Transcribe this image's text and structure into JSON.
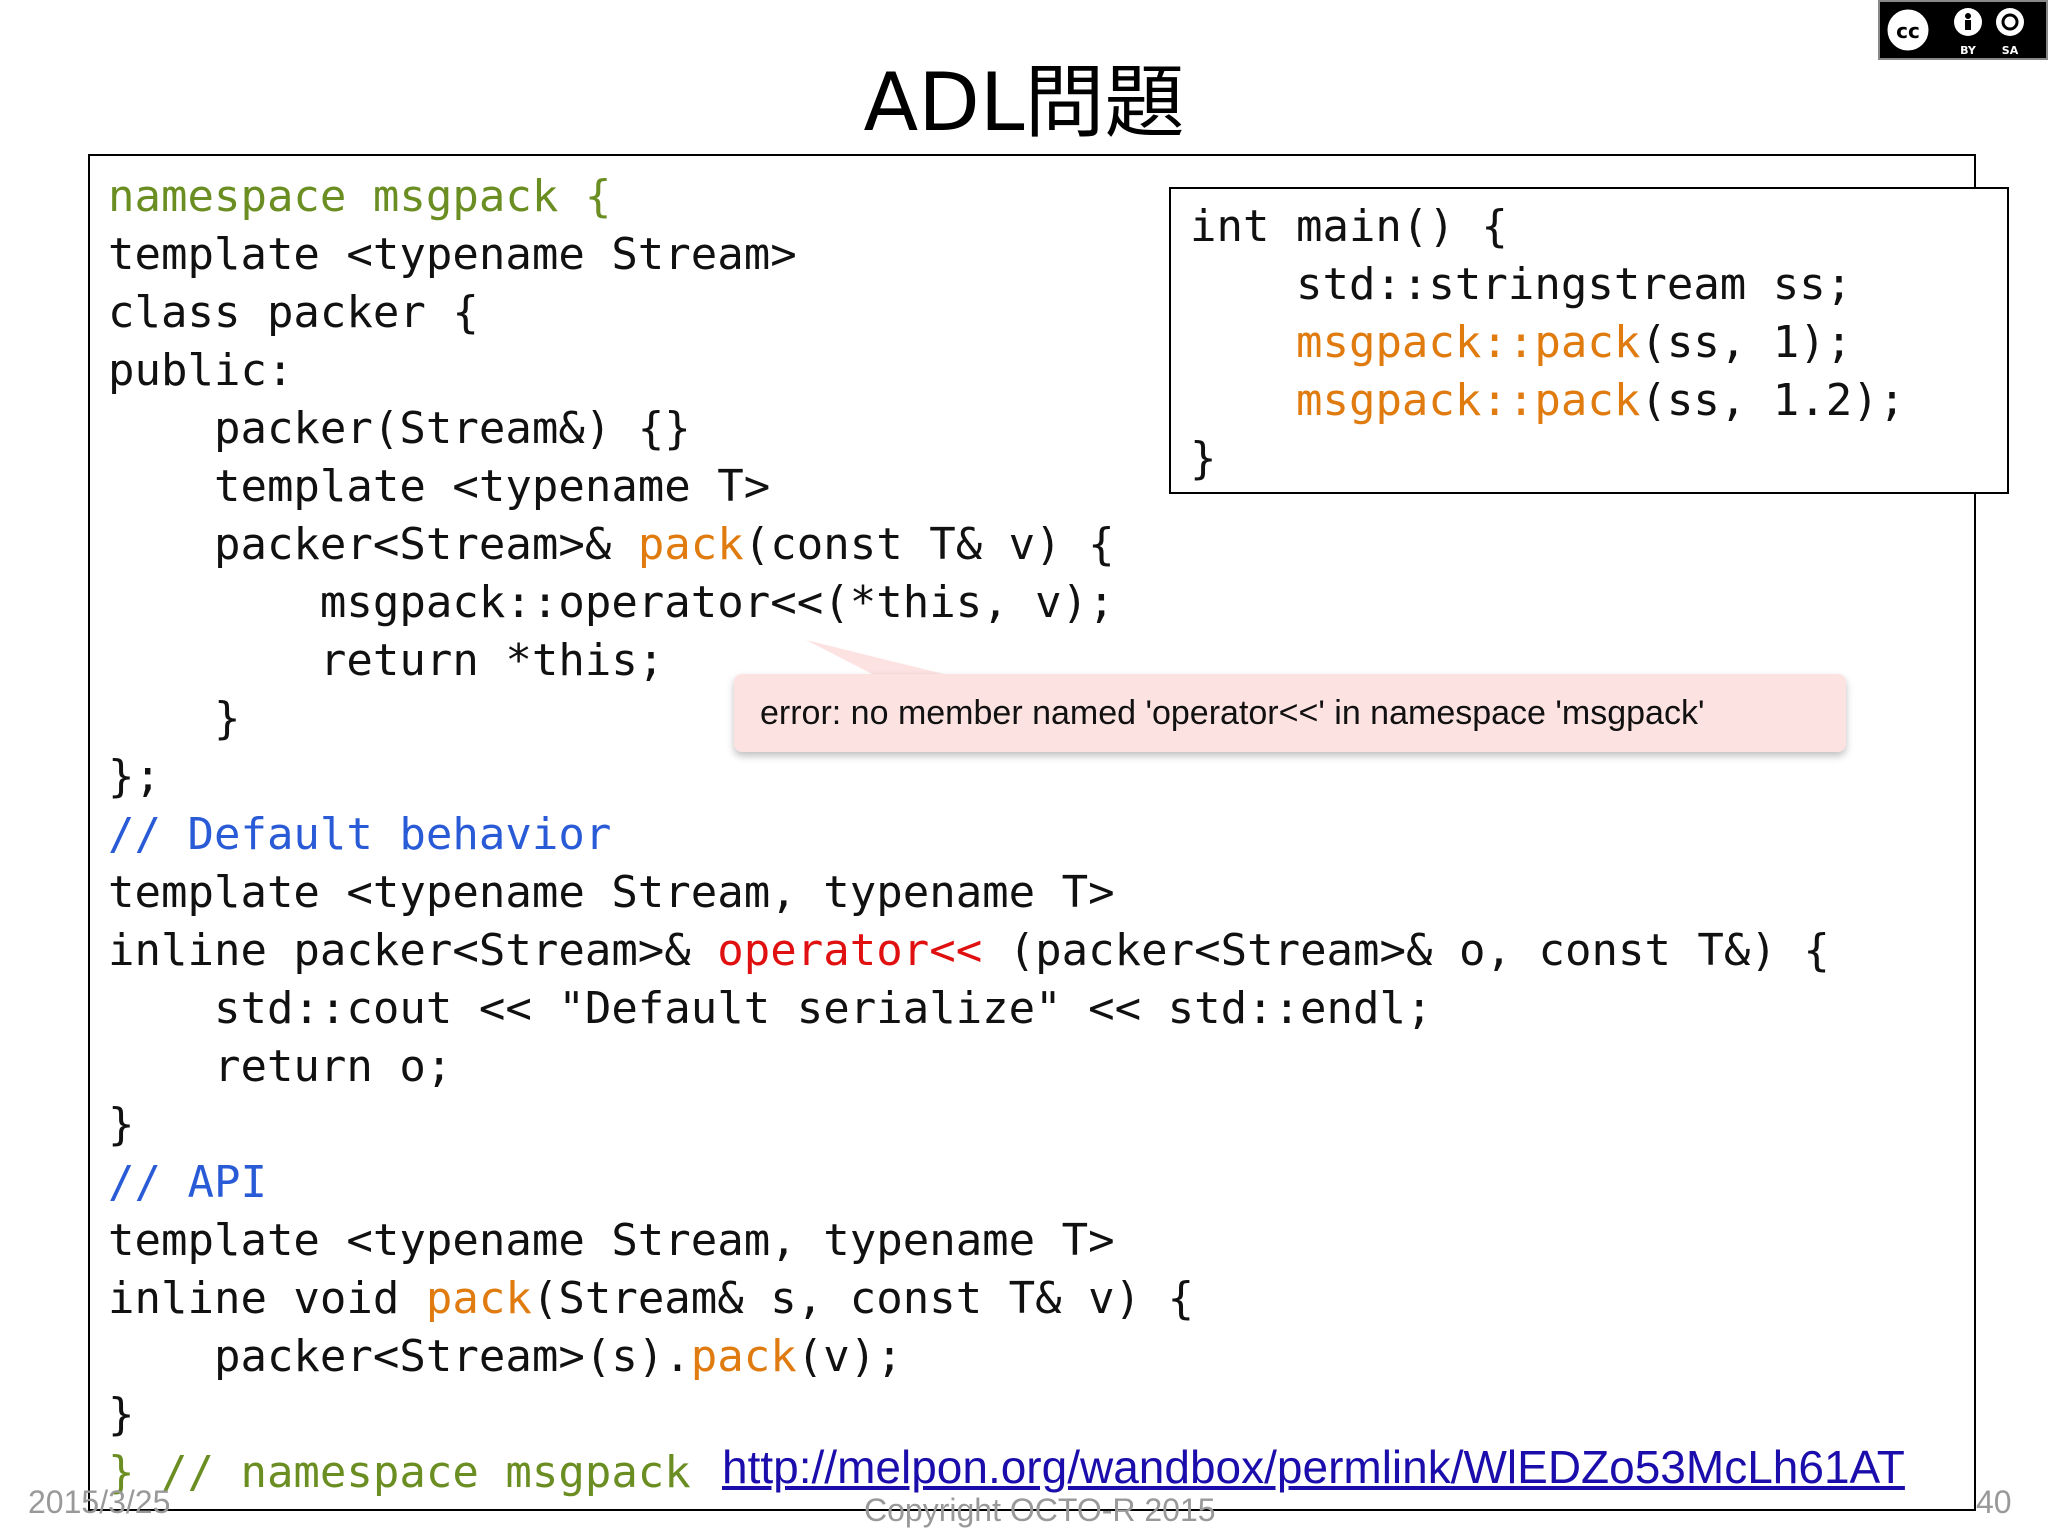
{
  "slide": {
    "title": "ADL問題",
    "license_badge": "CC BY SA",
    "page_number": "40",
    "date": "2015/3/25",
    "copyright": "Copyright OCTO-R 2015"
  },
  "code_lines": [
    [
      {
        "t": "namespace msgpack {",
        "c": "ns"
      }
    ],
    [
      {
        "t": "template <typename Stream>",
        "c": ""
      }
    ],
    [
      {
        "t": "class packer {",
        "c": ""
      }
    ],
    [
      {
        "t": "public:",
        "c": ""
      }
    ],
    [
      {
        "t": "    packer(Stream&) {}",
        "c": ""
      }
    ],
    [
      {
        "t": "    template <typename T>",
        "c": ""
      }
    ],
    [
      {
        "t": "    packer<Stream>& ",
        "c": ""
      },
      {
        "t": "pack",
        "c": "pack"
      },
      {
        "t": "(const T& v) {",
        "c": ""
      }
    ],
    [
      {
        "t": "        msgpack::operator<<(*this, v);",
        "c": ""
      }
    ],
    [
      {
        "t": "        return *this;",
        "c": ""
      }
    ],
    [
      {
        "t": "    }",
        "c": ""
      }
    ],
    [
      {
        "t": "};",
        "c": ""
      }
    ],
    [
      {
        "t": "// Default behavior",
        "c": "comment"
      }
    ],
    [
      {
        "t": "template <typename Stream, typename T>",
        "c": ""
      }
    ],
    [
      {
        "t": "inline packer<Stream>& ",
        "c": ""
      },
      {
        "t": "operator<<",
        "c": "op"
      },
      {
        "t": " (packer<Stream>& o, const T&) {",
        "c": ""
      }
    ],
    [
      {
        "t": "    std::cout << \"Default serialize\" << std::endl;",
        "c": ""
      }
    ],
    [
      {
        "t": "    return o;",
        "c": ""
      }
    ],
    [
      {
        "t": "}",
        "c": ""
      }
    ],
    [
      {
        "t": "// API",
        "c": "comment"
      }
    ],
    [
      {
        "t": "template <typename Stream, typename T>",
        "c": ""
      }
    ],
    [
      {
        "t": "inline void ",
        "c": ""
      },
      {
        "t": "pack",
        "c": "pack"
      },
      {
        "t": "(Stream& s, const T& v) {",
        "c": ""
      }
    ],
    [
      {
        "t": "    packer<Stream>(s).",
        "c": ""
      },
      {
        "t": "pack",
        "c": "pack"
      },
      {
        "t": "(v);",
        "c": ""
      }
    ],
    [
      {
        "t": "}",
        "c": ""
      }
    ],
    [
      {
        "t": "} // namespace msgpack",
        "c": "ns"
      }
    ]
  ],
  "main_code_lines": [
    [
      {
        "t": "int main() {",
        "c": ""
      }
    ],
    [
      {
        "t": "    std::stringstream ss;",
        "c": ""
      }
    ],
    [
      {
        "t": "    ",
        "c": ""
      },
      {
        "t": "msgpack::pack",
        "c": "pack"
      },
      {
        "t": "(ss, 1);",
        "c": ""
      }
    ],
    [
      {
        "t": "    ",
        "c": ""
      },
      {
        "t": "msgpack::pack",
        "c": "pack"
      },
      {
        "t": "(ss, 1.2);",
        "c": ""
      }
    ],
    [
      {
        "t": "}",
        "c": ""
      }
    ]
  ],
  "callout": {
    "text": "error: no member named 'operator<<' in namespace 'msgpack'"
  },
  "link": {
    "text": "http://melpon.org/wandbox/permlink/WlEDZo53McLh61AT"
  },
  "colors": {
    "namespace": "#6b8e23",
    "comment": "#2a5bd7",
    "pack": "#e07b10",
    "operator": "#e01010",
    "callout_bg": "#fde2e2",
    "link": "#1a0dab"
  }
}
